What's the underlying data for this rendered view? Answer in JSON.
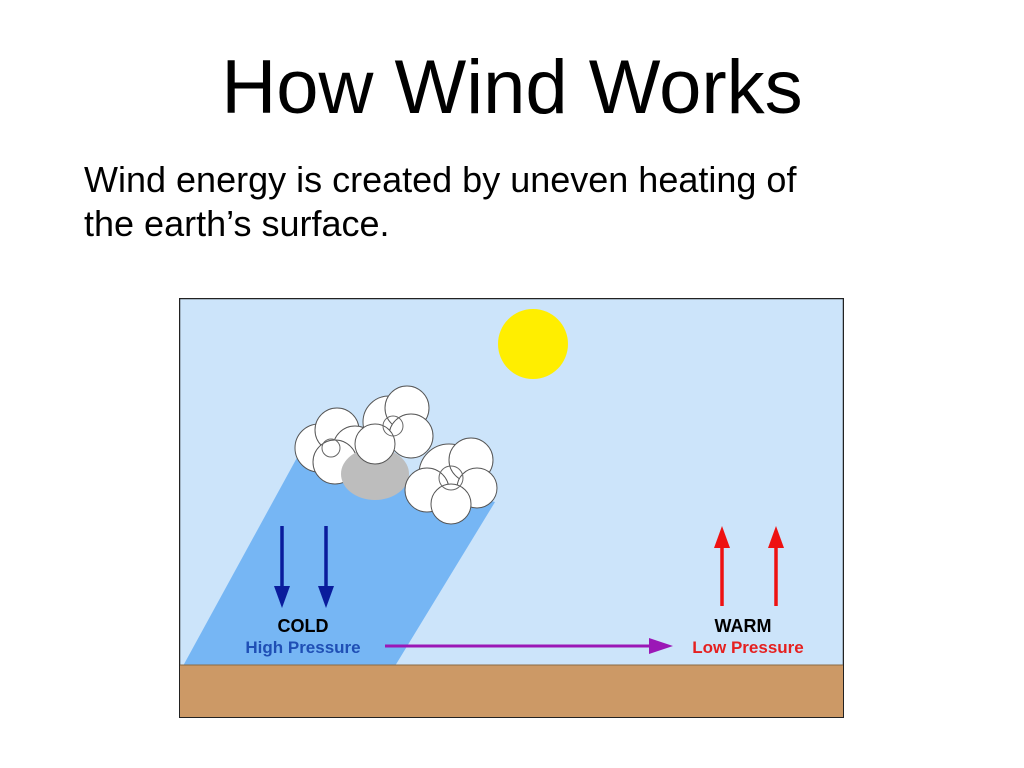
{
  "slide": {
    "title": "How Wind Works",
    "body_line1": "Wind energy is created by uneven heating of",
    "body_line2": "the earth’s surface."
  },
  "diagram": {
    "cold_label": "COLD",
    "high_pressure_label": "High Pressure",
    "warm_label": "WARM",
    "low_pressure_label": "Low Pressure",
    "colors": {
      "sky": "#cce4fa",
      "ground": "#cc9966",
      "sun": "#ffee00",
      "cold_air": "#76b6f4",
      "cold_arrow": "#0a1c9c",
      "warm_arrow": "#ee1111",
      "wind_arrow": "#9b17b6",
      "high_pressure_text": "#1f4fb5",
      "low_pressure_text": "#e52020"
    }
  }
}
